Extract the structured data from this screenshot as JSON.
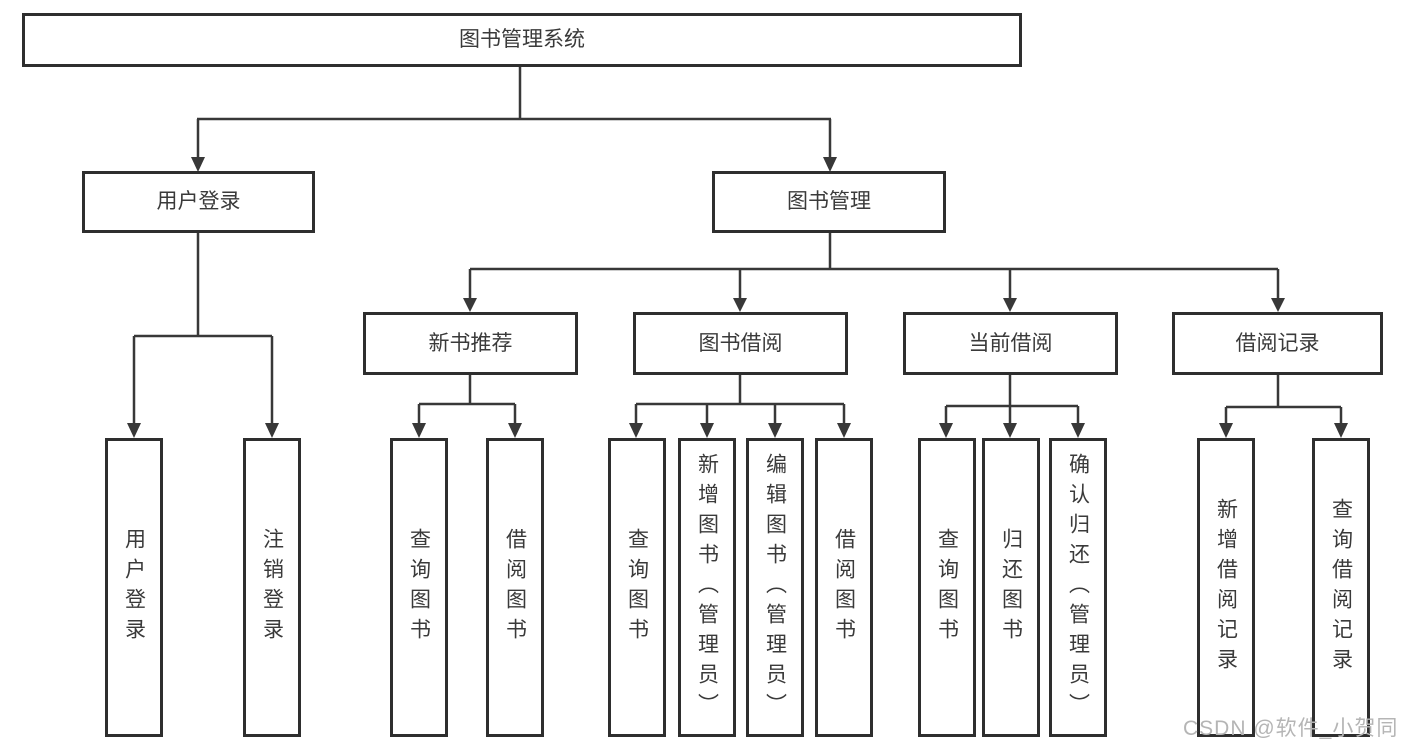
{
  "diagram": {
    "root": {
      "label": "图书管理系统"
    },
    "level2": [
      {
        "label": "用户登录"
      },
      {
        "label": "图书管理"
      }
    ],
    "level3": [
      {
        "label": "新书推荐"
      },
      {
        "label": "图书借阅"
      },
      {
        "label": "当前借阅"
      },
      {
        "label": "借阅记录"
      }
    ],
    "leaves": {
      "user_login": [
        "用户登录",
        "注销登录"
      ],
      "new_book_recommend": [
        "查询图书",
        "借阅图书"
      ],
      "book_borrow": [
        "查询图书",
        "新增图书（管理员）",
        "编辑图书（管理员）",
        "借阅图书"
      ],
      "current_borrow": [
        "查询图书",
        "归还图书",
        "确认归还（管理员）"
      ],
      "borrow_records": [
        "新增借阅记录",
        "查询借阅记录"
      ]
    }
  },
  "watermark": {
    "text": "CSDN @软件_小贺同学"
  },
  "colors": {
    "line": "#383838",
    "border": "#2e2e2e",
    "text": "#3a3a3a",
    "watermark": "#b5b5b5",
    "bg": "#ffffff"
  }
}
